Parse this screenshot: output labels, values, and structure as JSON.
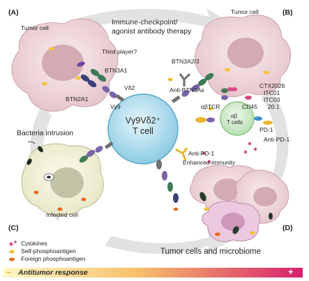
{
  "panels": {
    "a": "(A)",
    "b": "(B)",
    "c": "(C)",
    "d": "(D)"
  },
  "labels": {
    "tumor_cell_a": "Tumor cell",
    "tumor_cell_b": "Tumor cell",
    "therapy_line1": "Immune-checkpoint/",
    "therapy_line2": "agonist antibody therapy",
    "third_player": "Third player?",
    "btn3a1": "BTN3A1",
    "btn2a1": "BTN2A1",
    "vd2": "Vδ2",
    "vg9": "Vγ9",
    "btn3a23": "BTN3A2/3",
    "anti_btn3as": "Anti-BTN3As",
    "ctx_1": "CTX2026",
    "ctx_2": "ITC01",
    "ctx_3": "ITC03",
    "ctx_4": "20.1",
    "abtcr": "αβTCR",
    "cd45": "CD45",
    "ab_tcells_1": "αβ",
    "ab_tcells_2": "T cells",
    "pd1": "PD-1",
    "anti_pd1_right": "Anti-PD-1",
    "bacteria": "Bacteria intrusion",
    "tcell_line1": "Vγ9Vδ2⁺",
    "tcell_line2": "T cell",
    "anti_pd1_center": "Anti-PD-1",
    "enhanced": "Enhanced immunity",
    "infected": "Infected cell",
    "tumor_microbiome": "Tumor cells and microbiome"
  },
  "legend": {
    "cytokines": "Cytokines",
    "self_pag": "Self-phosphoantigen",
    "foreign_pag": "Foreign phosphoantigen"
  },
  "bar": {
    "minus": "−",
    "text": "Antitumor response",
    "plus": "+"
  },
  "colors": {
    "tumor": "#f0d9dc",
    "tumor_edge": "#c8a3a9",
    "tumor_nucleus": "#c9a0a8",
    "tcell": "#a9d8ea",
    "tcell_edge": "#5aa5c7",
    "abtcell": "#c9e7c6",
    "infected": "#f0f0d8",
    "arrow": "#dedede",
    "btn3a1": "#3f7a56",
    "btn2a1": "#3a3f7a",
    "purple": "#7a64a8",
    "gray": "#6e6e6e",
    "gold": "#e8b62d",
    "orange": "#e36b1b",
    "pink": "#d94d86",
    "bar_start": "#fff8c6",
    "bar_end": "#d6216e"
  }
}
